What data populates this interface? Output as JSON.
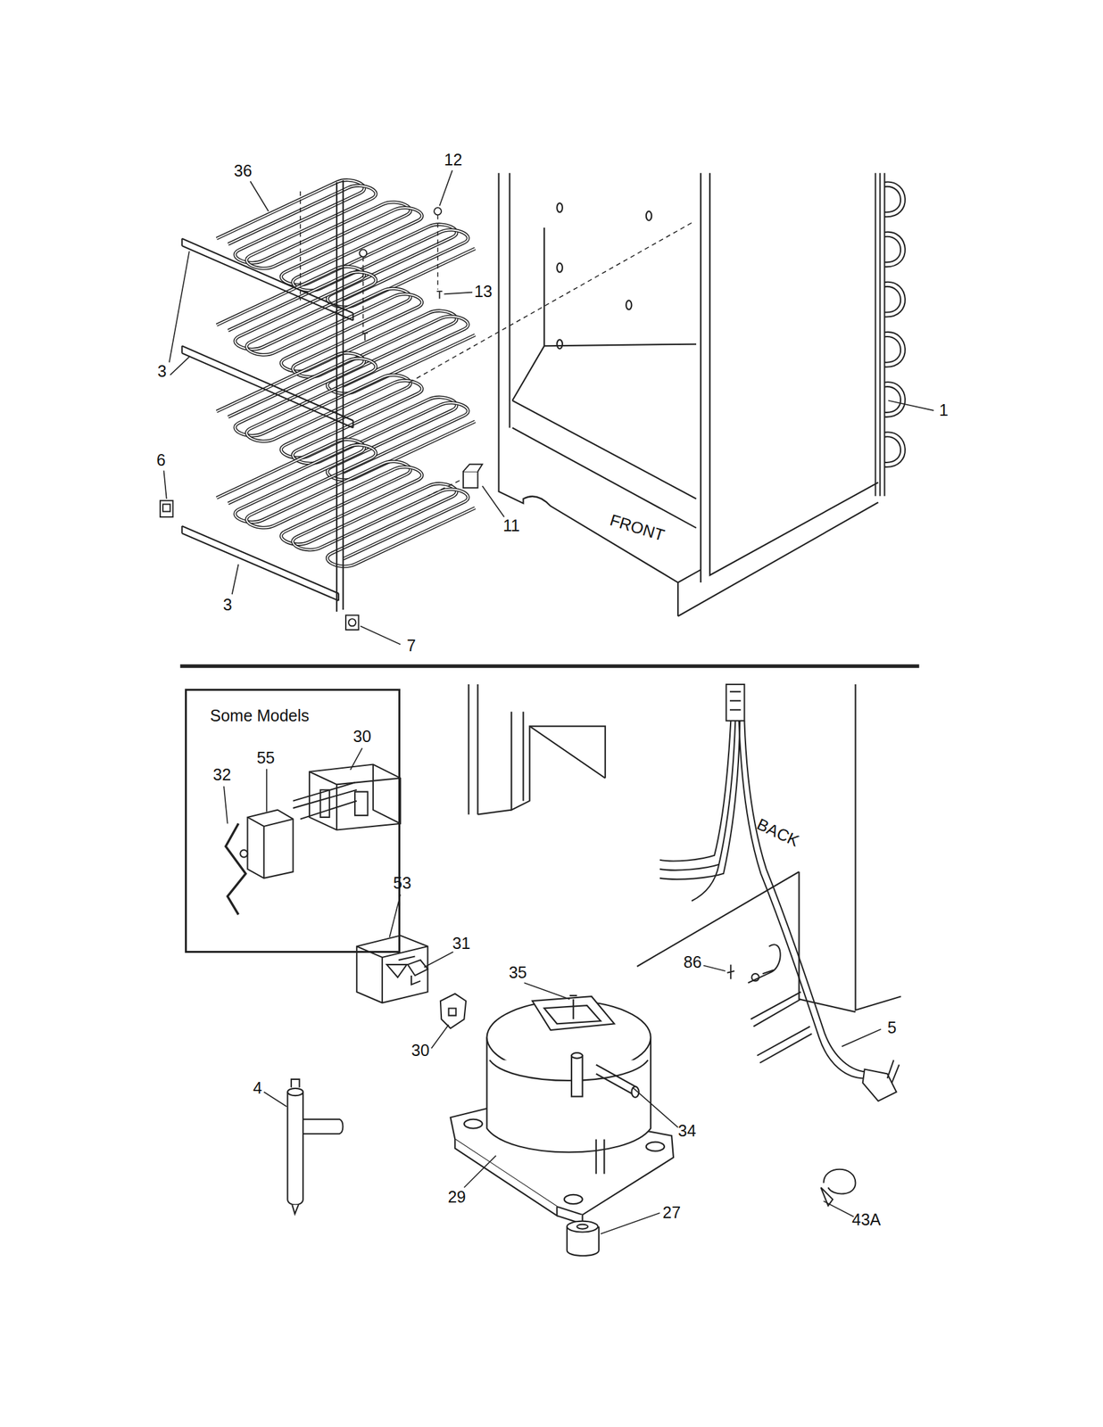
{
  "diagram": {
    "nodes": [
      {
        "text": [
          "Some Models"
        ]
      }
    ],
    "labels": [
      "36",
      "12",
      "13",
      "3",
      "3",
      "6",
      "11",
      "7",
      "1",
      "FRONT",
      "30",
      "55",
      "32",
      "53",
      "31",
      "35",
      "86",
      "BACK",
      "5",
      "30",
      "34",
      "4",
      "29",
      "27",
      "43A"
    ]
  }
}
